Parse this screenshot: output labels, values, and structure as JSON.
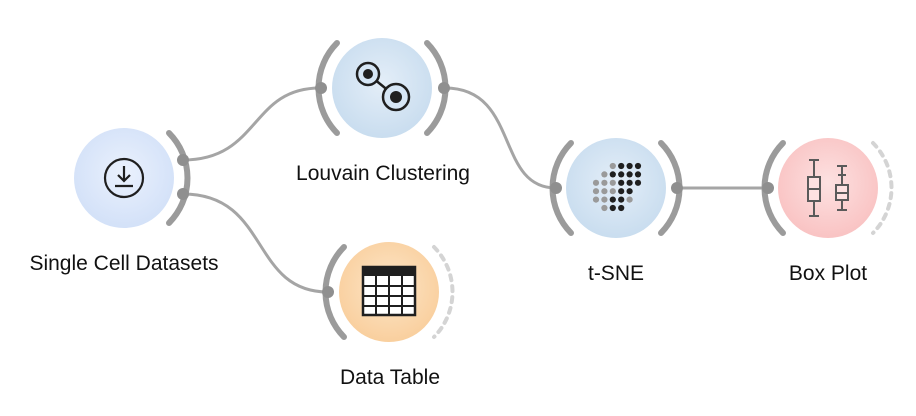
{
  "workflow": {
    "nodes": [
      {
        "id": "single-cell-datasets",
        "label": "Single Cell Datasets",
        "icon": "download-icon",
        "color": "#dfe9fb"
      },
      {
        "id": "louvain-clustering",
        "label": "Louvain Clustering",
        "icon": "clustering-nodes-icon",
        "color": "#d6e6f5"
      },
      {
        "id": "data-table",
        "label": "Data Table",
        "icon": "table-grid-icon",
        "color": "#fbdab4"
      },
      {
        "id": "t-sne",
        "label": "t-SNE",
        "icon": "dot-scatter-icon",
        "color": "#d8e7f4"
      },
      {
        "id": "box-plot",
        "label": "Box Plot",
        "icon": "box-plot-icon",
        "color": "#fcd2d2"
      }
    ],
    "links": [
      {
        "from": "single-cell-datasets",
        "to": "louvain-clustering"
      },
      {
        "from": "single-cell-datasets",
        "to": "data-table"
      },
      {
        "from": "louvain-clustering",
        "to": "t-sne"
      },
      {
        "from": "t-sne",
        "to": "box-plot"
      }
    ]
  }
}
